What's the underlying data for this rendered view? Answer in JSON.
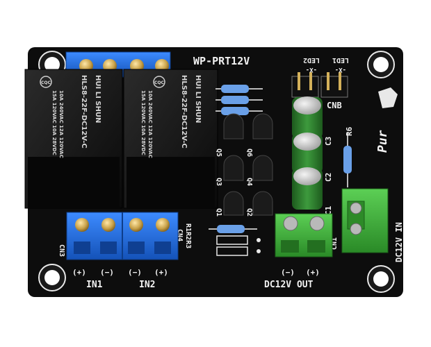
{
  "board": {
    "title": "WP-PRT12V",
    "brand": "Pur",
    "colors": {
      "pcb": "#0d0d0d",
      "silkscreen": "#f2f2f2",
      "terminal_blue": "#1f6fe0",
      "terminal_green": "#3fae3a",
      "capacitor": "#2f7d2f"
    }
  },
  "relays": {
    "model": "HLS8-22F-DC12V-C",
    "maker": "HUI LI SHUN",
    "rating_1": "10A 240VAC",
    "rating_2": "15A 120VAC",
    "rating_3": "12A 120VAC",
    "rating_4": "10A 28VDC",
    "badge": "CQC"
  },
  "labels": {
    "cn3": "CN3",
    "cn4": "CN4",
    "cn1": "CN1",
    "cnb": "CNB",
    "led1": "LED1",
    "led2": "LED2",
    "led_polarity": "-X-",
    "r1r2r3": "R1R2R3",
    "plus": "(+)",
    "minus": "(−)",
    "in1": "IN1",
    "in2": "IN2",
    "dc_out": "DC12V OUT",
    "dc_in": "DC12V IN",
    "q1": "Q1",
    "q2": "Q2",
    "q3": "Q3",
    "q4": "Q4",
    "q5": "Q5",
    "q6": "Q6",
    "c1": "C1",
    "c2": "C2",
    "c3": "C3",
    "r6": "R6"
  }
}
